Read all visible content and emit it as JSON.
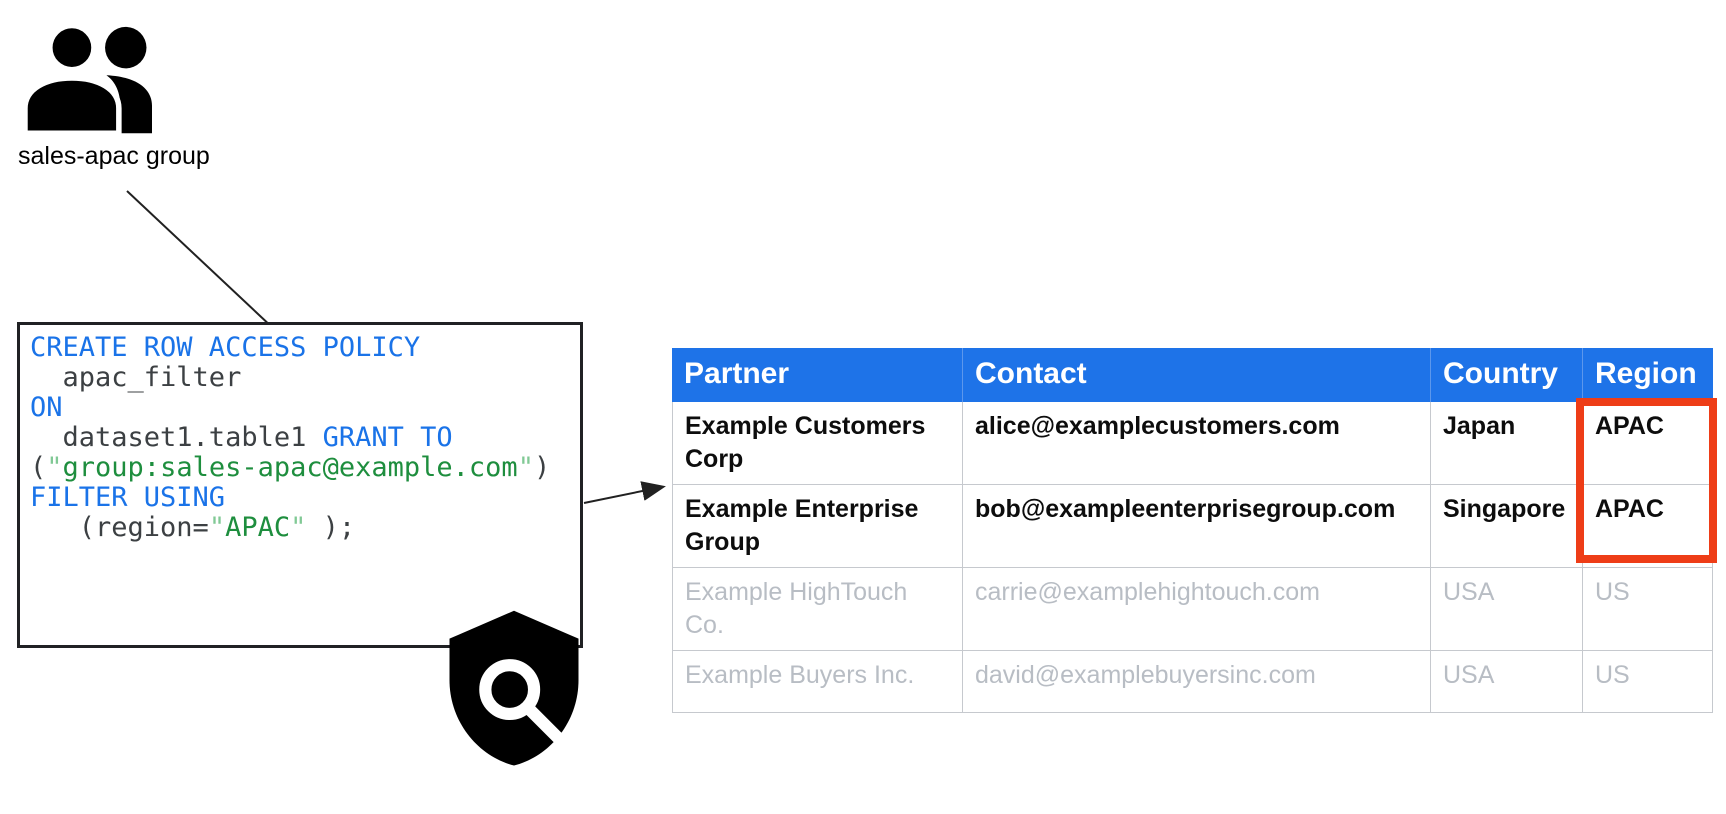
{
  "group": {
    "label": "sales-apac group"
  },
  "code_box": {
    "lines": [
      [
        {
          "t": "CREATE ROW ACCESS POLICY",
          "c": "kw"
        }
      ],
      [
        {
          "t": "  apac_filter",
          "c": "pl"
        }
      ],
      [
        {
          "t": "ON",
          "c": "kw"
        }
      ],
      [
        {
          "t": "  dataset1.table1 ",
          "c": "pl"
        },
        {
          "t": "GRANT TO",
          "c": "kw"
        }
      ],
      [
        {
          "t": "(",
          "c": "pl"
        },
        {
          "t": "\"",
          "c": "qt"
        },
        {
          "t": "group:sales-apac@example.com",
          "c": "st"
        },
        {
          "t": "\"",
          "c": "qt"
        },
        {
          "t": ")",
          "c": "pl"
        }
      ],
      [
        {
          "t": "FILTER USING",
          "c": "kw"
        }
      ],
      [
        {
          "t": "   (region=",
          "c": "pl"
        },
        {
          "t": "\"",
          "c": "qt"
        },
        {
          "t": "APAC",
          "c": "st"
        },
        {
          "t": "\"",
          "c": "qt"
        },
        {
          "t": " );",
          "c": "pl"
        }
      ]
    ]
  },
  "table": {
    "headers": [
      "Partner",
      "Contact",
      "Country",
      "Region"
    ],
    "rows": [
      {
        "state": "granted",
        "cells": [
          "Example Customers Corp",
          "alice@examplecustomers.com",
          "Japan",
          "APAC"
        ]
      },
      {
        "state": "granted",
        "cells": [
          "Example Enterprise Group",
          "bob@exampleenterprisegroup.com",
          "Singapore",
          "APAC"
        ]
      },
      {
        "state": "filtered",
        "cells": [
          "Example HighTouch Co.",
          "carrie@examplehightouch.com",
          "USA",
          "US"
        ]
      },
      {
        "state": "filtered",
        "cells": [
          "Example Buyers Inc.",
          "david@examplebuyersinc.com",
          "USA",
          "US"
        ]
      }
    ]
  },
  "colors": {
    "header_blue": "#1E73E8",
    "code_keyword_blue": "#1A73E8",
    "code_plain_gray": "#3C4043",
    "code_string_green": "#1E8E3E",
    "code_quote_light_green": "#81C995",
    "highlight_red": "#EE3D17",
    "filtered_text_gray": "#B8BDC4",
    "table_border_gray": "#C6C9CE"
  },
  "icons": {
    "group_icon": "group-people-icon",
    "shield_icon": "policy-shield-magnifier-icon"
  }
}
